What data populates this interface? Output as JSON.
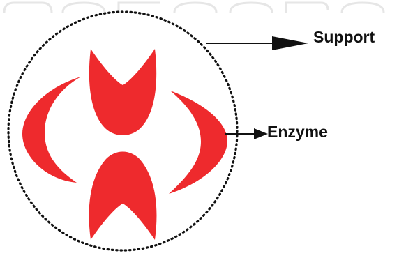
{
  "labels": {
    "support": "Support",
    "enzyme": "Enzyme"
  },
  "colors": {
    "enzyme_fill": "#ee2a2d",
    "support_outline": "#111111",
    "arrow": "#111111",
    "watermark": "#e6e6e6"
  },
  "icons": {
    "support": "dotted-circle",
    "enzyme": "red-crescent-shapes"
  }
}
